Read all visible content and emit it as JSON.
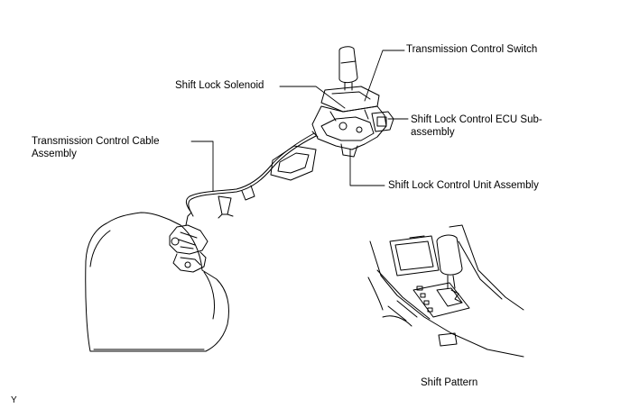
{
  "labels": {
    "transmission_control_switch": "Transmission Control Switch",
    "shift_lock_solenoid": "Shift Lock Solenoid",
    "shift_lock_control_ecu": "Shift Lock Control ECU Sub-\nassembly",
    "transmission_control_cable": "Transmission Control Cable\nAssembly",
    "shift_lock_control_unit": "Shift Lock Control Unit Assembly",
    "shift_pattern": "Shift Pattern",
    "figure_code": "Y"
  },
  "colors": {
    "line": "#000000",
    "background": "#ffffff"
  }
}
